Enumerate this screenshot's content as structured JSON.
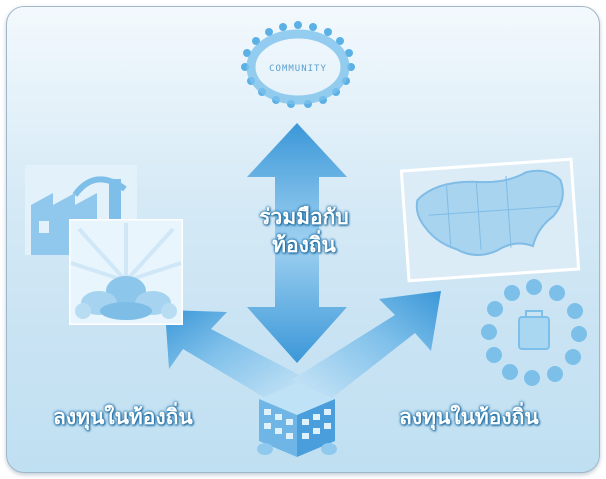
{
  "community": {
    "text": "COMMUNITY"
  },
  "center_label": {
    "line1": "ร่วมมือกับ",
    "line2": "ท้องถิ่น"
  },
  "left_label": "ลงทุนในท้องถิ่น",
  "right_label": "ลงทุนในท้องถิ่น",
  "colors": {
    "arrow_main": "#4aa3e0",
    "arrow_light": "#bfe0f5",
    "label_text": "#ffffff",
    "label_outline": "#1b6fa8"
  }
}
